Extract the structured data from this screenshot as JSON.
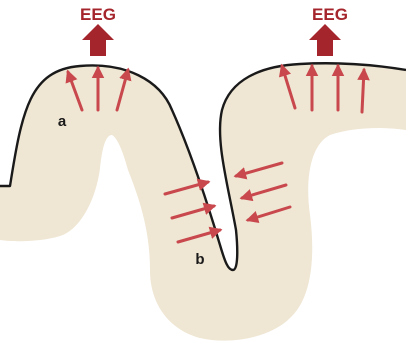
{
  "diagram": {
    "eeg_label_left": "EEG",
    "eeg_label_right": "EEG",
    "region_a_label": "a",
    "region_b_label": "b"
  },
  "colors": {
    "tissue_fill": "#efe6d3",
    "outline": "#1a1a1a",
    "big_arrow": "#a5252c",
    "small_arrow": "#c8484d",
    "label_text": "#a5252c"
  },
  "icons": {
    "big_arrow": "upward-arrow-icon",
    "small_arrow": "dipole-arrow-icon"
  }
}
